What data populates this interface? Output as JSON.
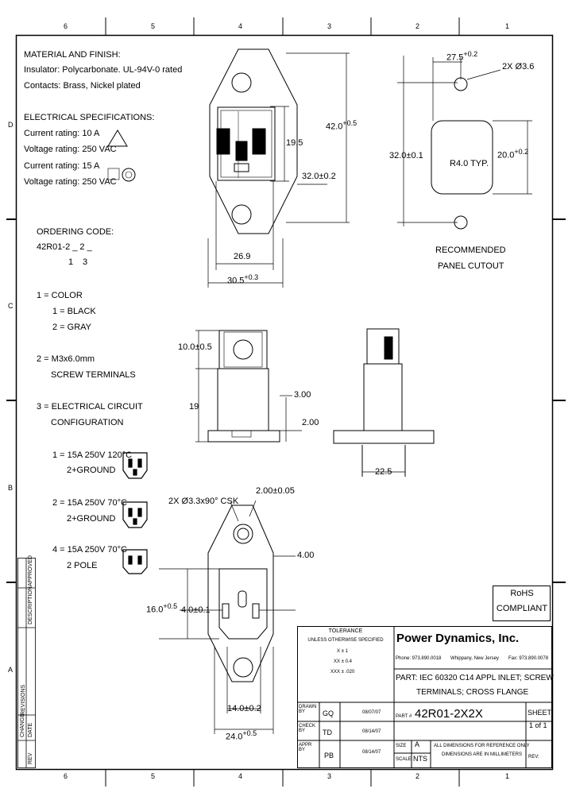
{
  "border": {
    "cols_top": [
      "6",
      "5",
      "4",
      "3",
      "2",
      "1"
    ],
    "cols_bottom": [
      "6",
      "5",
      "4",
      "3",
      "2",
      "1"
    ],
    "rows_left": [
      "D",
      "C",
      "B",
      "A"
    ]
  },
  "notes": {
    "material_heading": "MATERIAL AND FINISH:",
    "insulator": "Insulator: Polycarbonate. UL-94V-0 rated",
    "contacts": "Contacts: Brass, Nickel plated",
    "electrical_heading": "ELECTRICAL SPECIFICATIONS:",
    "current_1": "Current rating: 10 A",
    "voltage_1": "Voltage rating: 250 VAC",
    "current_2": "Current rating: 15 A",
    "voltage_2": "Voltage rating: 250 VAC"
  },
  "ordering": {
    "heading": "ORDERING CODE:",
    "code": "42R01-2 _ 2 _",
    "pos_1": "1",
    "pos_3": "3",
    "color_heading": "1 = COLOR",
    "black": "1 = BLACK",
    "gray": "2 = GRAY",
    "screw_1": "2 = M3x6.0mm",
    "screw_2": "SCREW TERMINALS",
    "circuit_1": "3 = ELECTRICAL CIRCUIT",
    "circuit_2": "CONFIGURATION",
    "opt1_a": "1 = 15A 250V 120°C",
    "opt1_b": "2+GROUND",
    "opt2_a": "2 = 15A 250V 70°C",
    "opt2_b": "2+GROUND",
    "opt4_a": "4 = 15A 250V 70°C",
    "opt4_b": "2 POLE"
  },
  "dims": {
    "d_42": "42.0",
    "d_42_tol": "+0.5",
    "d_19_5": "19.5",
    "d_32": "32.0±0.2",
    "d_26_9": "26.9",
    "d_30_5": "30.5",
    "d_30_5_tol": "+0.3",
    "d_27_5": "27.5",
    "d_27_5_tol": "+0.2",
    "d_2x36": "2X Ø3.6",
    "d_32_01": "32.0±0.1",
    "d_20": "20.0",
    "d_20_tol": "+0.2",
    "d_r4": "R4.0 TYP.",
    "d_10": "10.0±0.5",
    "d_19": "19",
    "d_3": "3.00",
    "d_2": "2.00",
    "d_22_5": "22.5",
    "d_csk": "2X Ø3.3x90° CSK",
    "d_2_005": "2.00±0.05",
    "d_4": "4.00",
    "d_16": "16.0",
    "d_16_tol": "+0.5",
    "d_4_01": "4.0±0.1",
    "d_14": "14.0±0.2",
    "d_24": "24.0",
    "d_24_tol": "+0.5"
  },
  "labels": {
    "cutout_1": "RECOMMENDED",
    "cutout_2": "PANEL CUTOUT",
    "rohs_1": "RoHS",
    "rohs_2": "COMPLIANT"
  },
  "title_block": {
    "tol_heading": "TOLERANCE",
    "tol_sub": "UNLESS OTHERWISE SPECIFIED",
    "tol_x": "X    ±   1",
    "tol_xx": "XX   ±   0.4",
    "tol_xxx": "XXX  ±   .020",
    "company": "Power Dynamics, Inc.",
    "phone": "Phone: 973.890.0018",
    "city": "Whippany, New Jersey",
    "fax": "Fax: 973.890.0078",
    "part_line1": "PART: IEC 60320 C14 APPL INLET; SCREW",
    "part_line2": "TERMINALS; CROSS FLANGE",
    "drawn_label": "DRAWN BY",
    "drawn_by": "GQ",
    "drawn_date": "08/07/07",
    "check_label": "CHECK BY",
    "check_by": "TD",
    "check_date": "08/14/07",
    "appr_label": "APPR BY",
    "appr_by": "PB",
    "appr_date": "08/14/07",
    "part_no_label": "PART #",
    "part_no": "42R01-2X2X",
    "size_label": "SIZE",
    "size": "A",
    "scale_label": "SCALE",
    "scale": "NTS",
    "sheet_label": "SHEET",
    "sheet": "1 of 1",
    "note_1": "ALL DIMENSIONS FOR REFERENCE ONLY",
    "note_2": "DIMENSIONS ARE IN MILLIMETERS",
    "rev_label": "REV:",
    "revisions": "REVISIONS",
    "rev_approved": "APPROVED",
    "rev_description": "DESCRIPTION",
    "rev_date": "DATE",
    "rev_change": "CHANGE",
    "rev_rev": "REV"
  }
}
